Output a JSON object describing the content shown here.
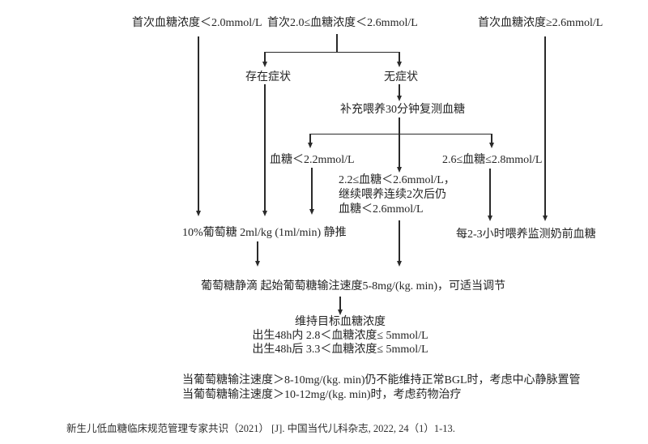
{
  "colors": {
    "background": "#ffffff",
    "text": "#242424",
    "line": "#2a2a2a"
  },
  "flowchart": {
    "first_glucose_lt_2_0": "首次血糖浓度＜2.0mmol/L",
    "first_glucose_2_0_to_2_6": "首次2.0≤血糖浓度＜2.6mmol/L",
    "first_glucose_ge_2_6": "首次血糖浓度≥2.6mmol/L",
    "symptomatic": "存在症状",
    "asymptomatic": "无症状",
    "refeed_recheck": "补充喂养30分钟复测血糖",
    "glucose_lt_2_2": "血糖＜2.2mmol/L",
    "glucose_2_6_to_2_8": "2.6≤血糖≤2.8mmol/L",
    "glucose_2_2_to_2_6_line1": "2.2≤血糖＜2.6mmol/L，",
    "glucose_2_2_to_2_6_line2": "继续喂养连续2次后仍",
    "glucose_2_2_to_2_6_line3": "血糖＜2.6mmol/L",
    "iv_push": "10%葡萄糖 2ml/kg (1ml/min) 静推",
    "feed_monitor": "每2-3小时喂养监测奶前血糖",
    "iv_drip": "葡萄糖静滴 起始葡萄糖输注速度5-8mg/(kg. min)，可适当调节",
    "target_title": "维持目标血糖浓度",
    "target_line1": "出生48h内 2.8＜血糖浓度≤ 5mmol/L",
    "target_line2": "出生48h后 3.3＜血糖浓度≤ 5mmol/L"
  },
  "notes": {
    "line1": "当葡萄糖输注速度＞8-10mg/(kg. min)仍不能维持正常BGL时，考虑中心静脉置管",
    "line2": "当葡萄糖输注速度＞10-12mg/(kg. min)时，考虑药物治疗"
  },
  "citation": "新生儿低血糖临床规范管理专家共识（2021） [J]. 中国当代儿科杂志, 2022, 24（1）1-13."
}
